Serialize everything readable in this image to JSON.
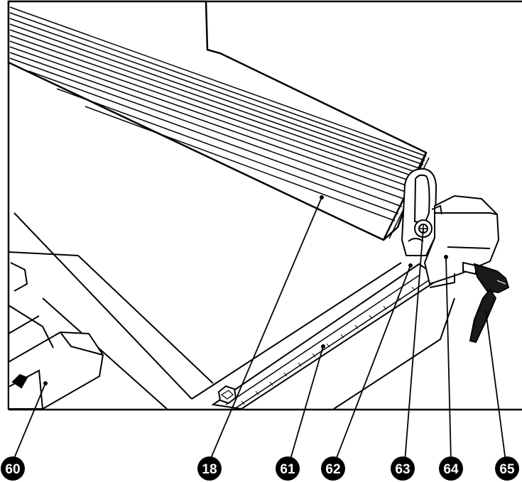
{
  "diagram": {
    "colors": {
      "ink": "#000000",
      "paper": "#ffffff",
      "shade": "#e6e6e6",
      "dark": "#1a1a1a"
    },
    "callouts": [
      {
        "id": "c60",
        "label": "60"
      },
      {
        "id": "c18",
        "label": "18"
      },
      {
        "id": "c61",
        "label": "61"
      },
      {
        "id": "c62",
        "label": "62"
      },
      {
        "id": "c63",
        "label": "63"
      },
      {
        "id": "c64",
        "label": "64"
      },
      {
        "id": "c65",
        "label": "65"
      }
    ]
  }
}
